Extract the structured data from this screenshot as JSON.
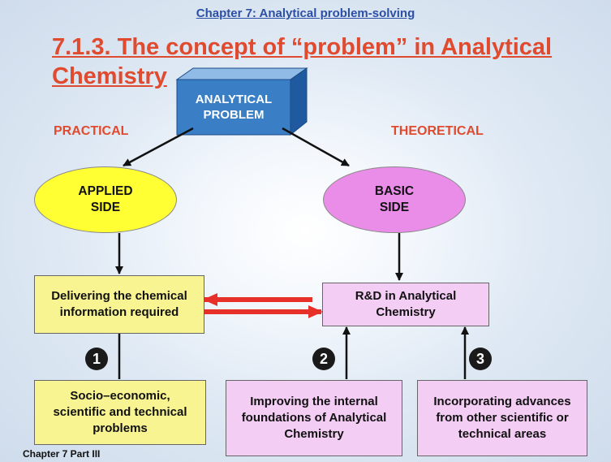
{
  "header": {
    "chapter": "Chapter 7: Analytical problem-solving",
    "title": "7.1.3. The concept of “problem” in Analytical Chemistry"
  },
  "top_box": {
    "text": "ANALYTICAL PROBLEM"
  },
  "labels": {
    "left": "PRACTICAL",
    "right": "THEORETICAL"
  },
  "ellipses": {
    "applied": "APPLIED SIDE",
    "basic": "BASIC SIDE"
  },
  "middle": {
    "left": "Delivering the chemical information required",
    "right": "R&D in Analytical Chemistry"
  },
  "badges": [
    "1",
    "2",
    "3"
  ],
  "bottom": [
    "Socio–economic, scientific and technical problems",
    "Improving the internal foundations of Analytical Chemistry",
    "Incorporating advances from other scientific or technical areas"
  ],
  "footer": "Chapter 7 Part III",
  "colors": {
    "title": "#e04a2e",
    "chapter": "#2c4fa6",
    "top_box": "#3a7fc6",
    "yellow": "#ffff33",
    "pink": "#e98de9",
    "red_arrow": "#e8302b"
  }
}
